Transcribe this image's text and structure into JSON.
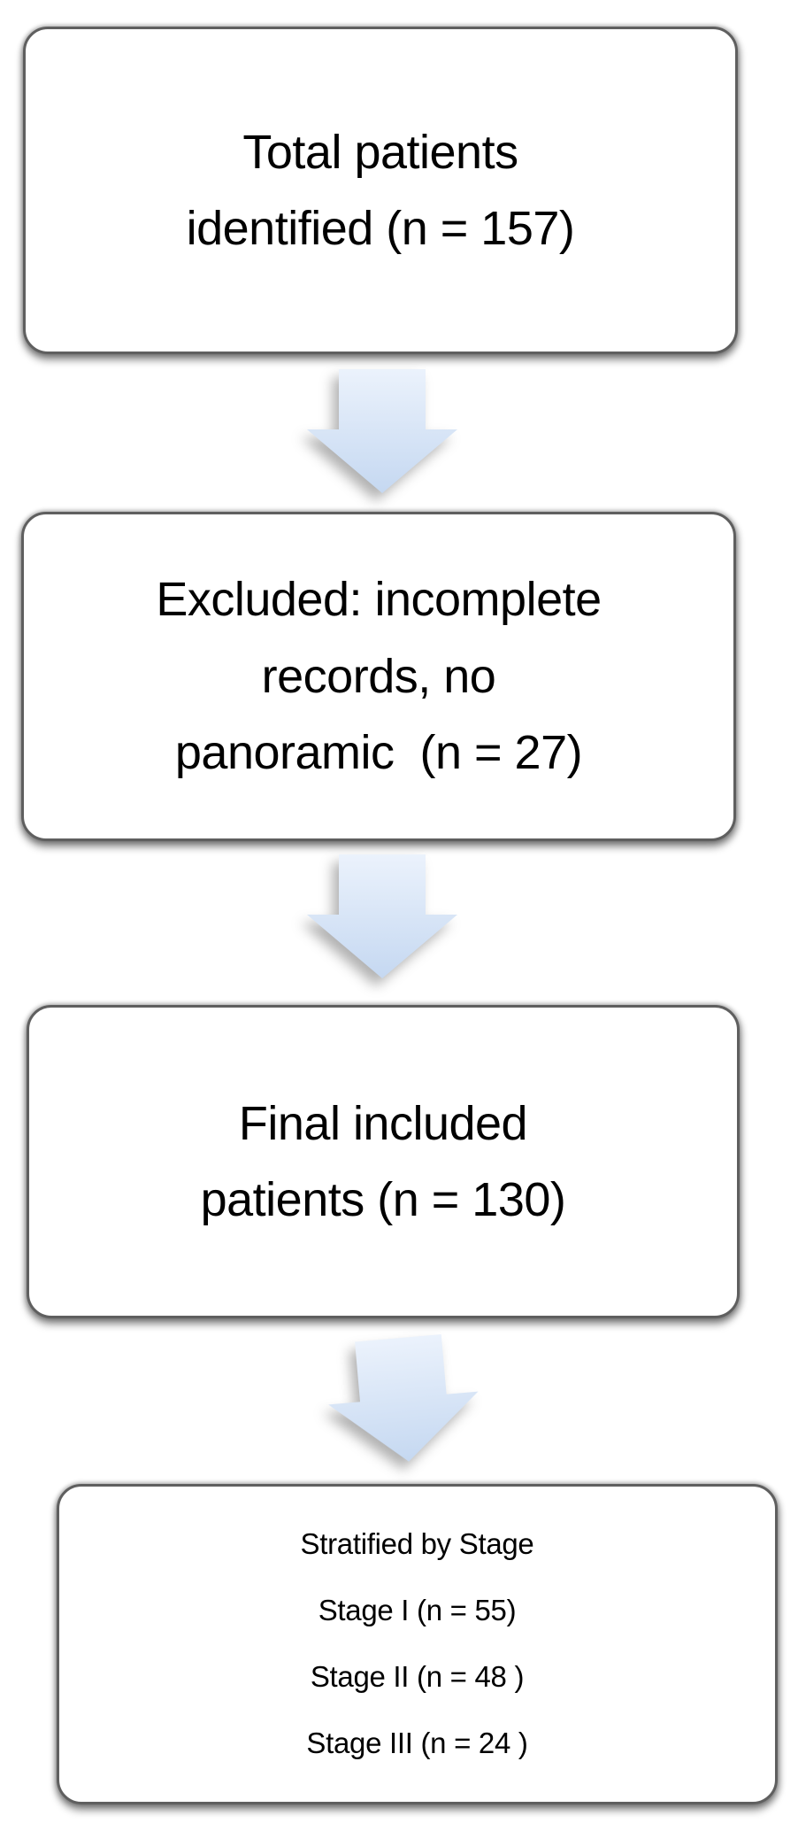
{
  "figure": {
    "type": "flowchart",
    "boxes": [
      {
        "name": "total-patients-identified",
        "lines": [
          "Total patients",
          "identified (n = 157)"
        ]
      },
      {
        "name": "excluded",
        "lines": [
          "Excluded: incomplete",
          "records, no",
          "panoramic  (n = 27)"
        ]
      },
      {
        "name": "final-included-patients",
        "lines": [
          "Final included",
          "patients (n = 130)"
        ]
      },
      {
        "name": "stratified-by-stage",
        "lines": [
          "Stratified by Stage",
          "Stage I (n = 55)",
          "Stage II (n = 48 )",
          "Stage III (n = 24 )"
        ]
      }
    ],
    "connectors": [
      {
        "icon": "down-arrow-icon"
      },
      {
        "icon": "down-arrow-icon"
      },
      {
        "icon": "down-arrow-icon"
      }
    ],
    "colors": {
      "background": "#ffffff",
      "box_fill": "#ffffff",
      "box_border": "#5f5f5f",
      "text": "#000000",
      "arrow_gradient_top": "#ebf2fc",
      "arrow_gradient_bottom": "#c5d8f1"
    }
  }
}
